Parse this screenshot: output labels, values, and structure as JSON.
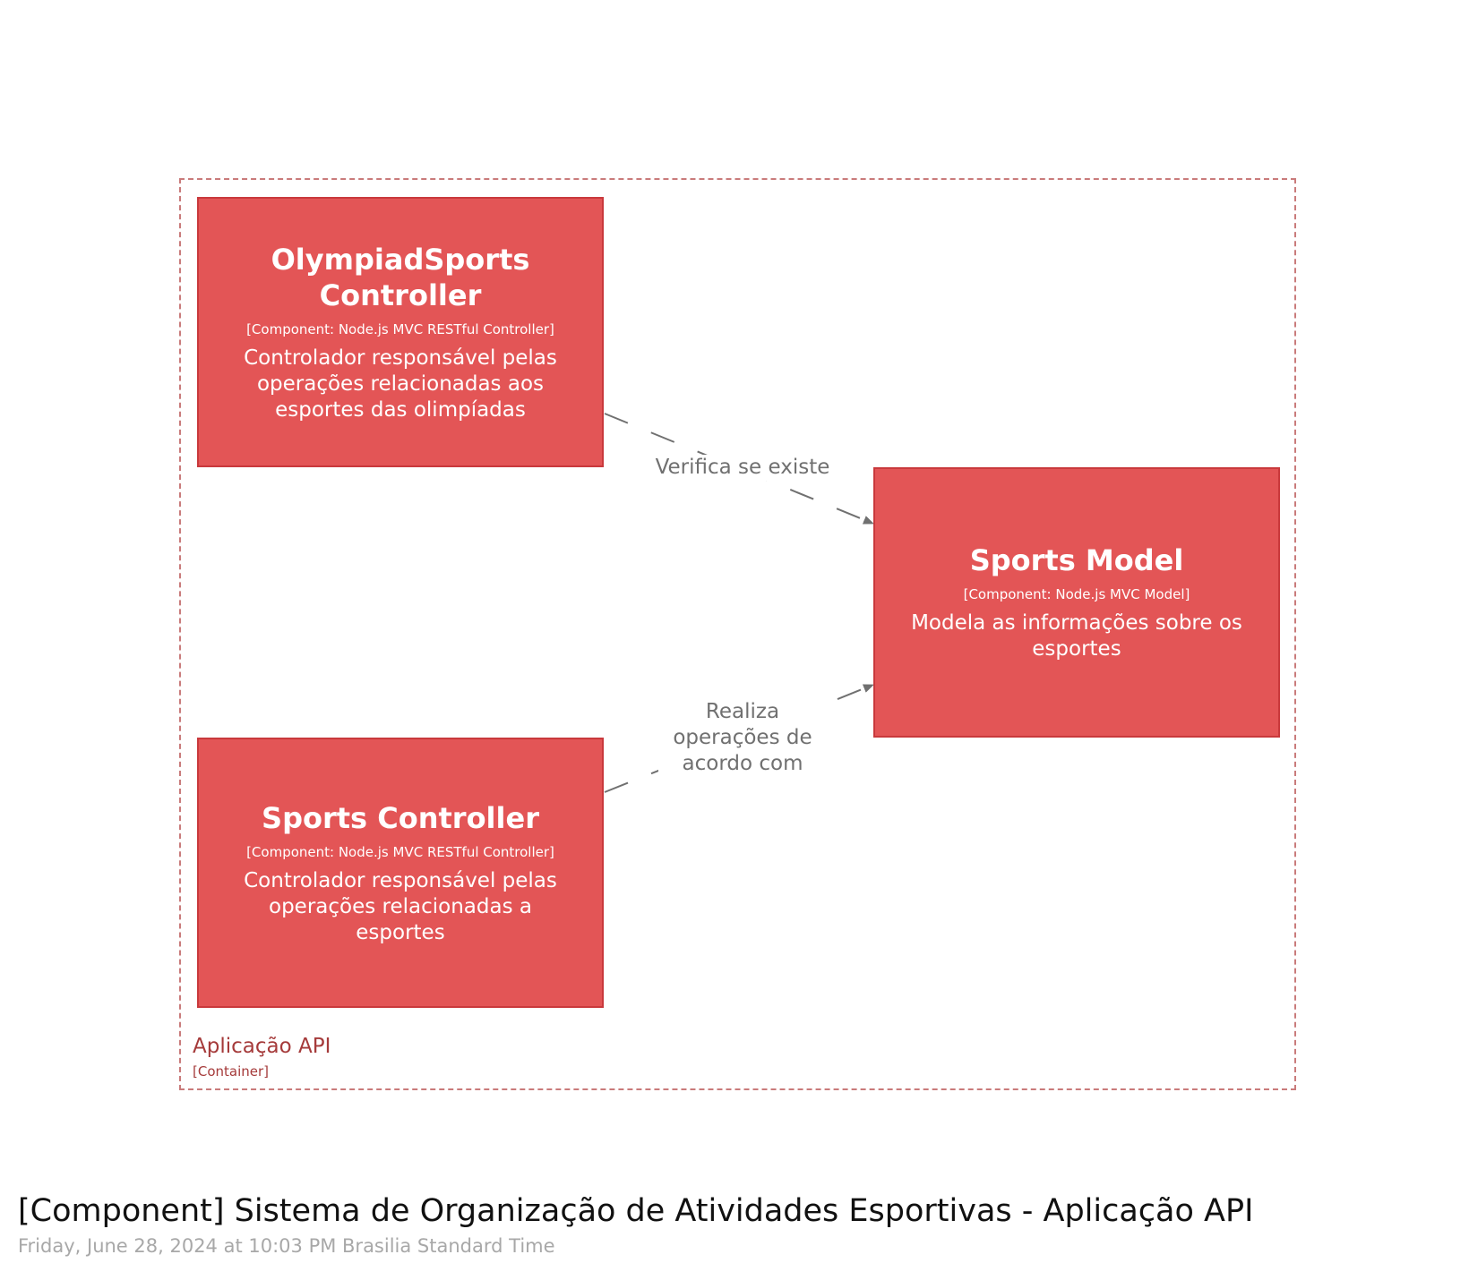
{
  "diagram": {
    "boundary": {
      "name": "Aplicação API",
      "type": "[Container]"
    },
    "components": {
      "olympiad": {
        "title": "OlympiadSports Controller",
        "type": "[Component: Node.js MVC RESTful Controller]",
        "description": "Controlador responsável pelas operações relacionadas aos esportes das olimpíadas"
      },
      "sports_controller": {
        "title": "Sports Controller",
        "type": "[Component: Node.js MVC RESTful Controller]",
        "description": "Controlador responsável pelas operações relacionadas a esportes"
      },
      "sports_model": {
        "title": "Sports Model",
        "type": "[Component: Node.js MVC Model]",
        "description": "Modela as informações sobre os esportes"
      }
    },
    "relationships": [
      {
        "from": "olympiad",
        "to": "sports_model",
        "label": "Verifica se existe"
      },
      {
        "from": "sports_controller",
        "to": "sports_model",
        "label": "Realiza operações de acordo com"
      }
    ]
  },
  "footer": {
    "title": "[Component] Sistema de Organização de Atividades Esportivas - Aplicação API",
    "timestamp": "Friday, June 28, 2024 at 10:03 PM Brasilia Standard Time"
  },
  "colors": {
    "component_fill": "#e35556",
    "component_border": "#c9393c",
    "boundary": "#c97b7b",
    "arrow": "#707070"
  }
}
